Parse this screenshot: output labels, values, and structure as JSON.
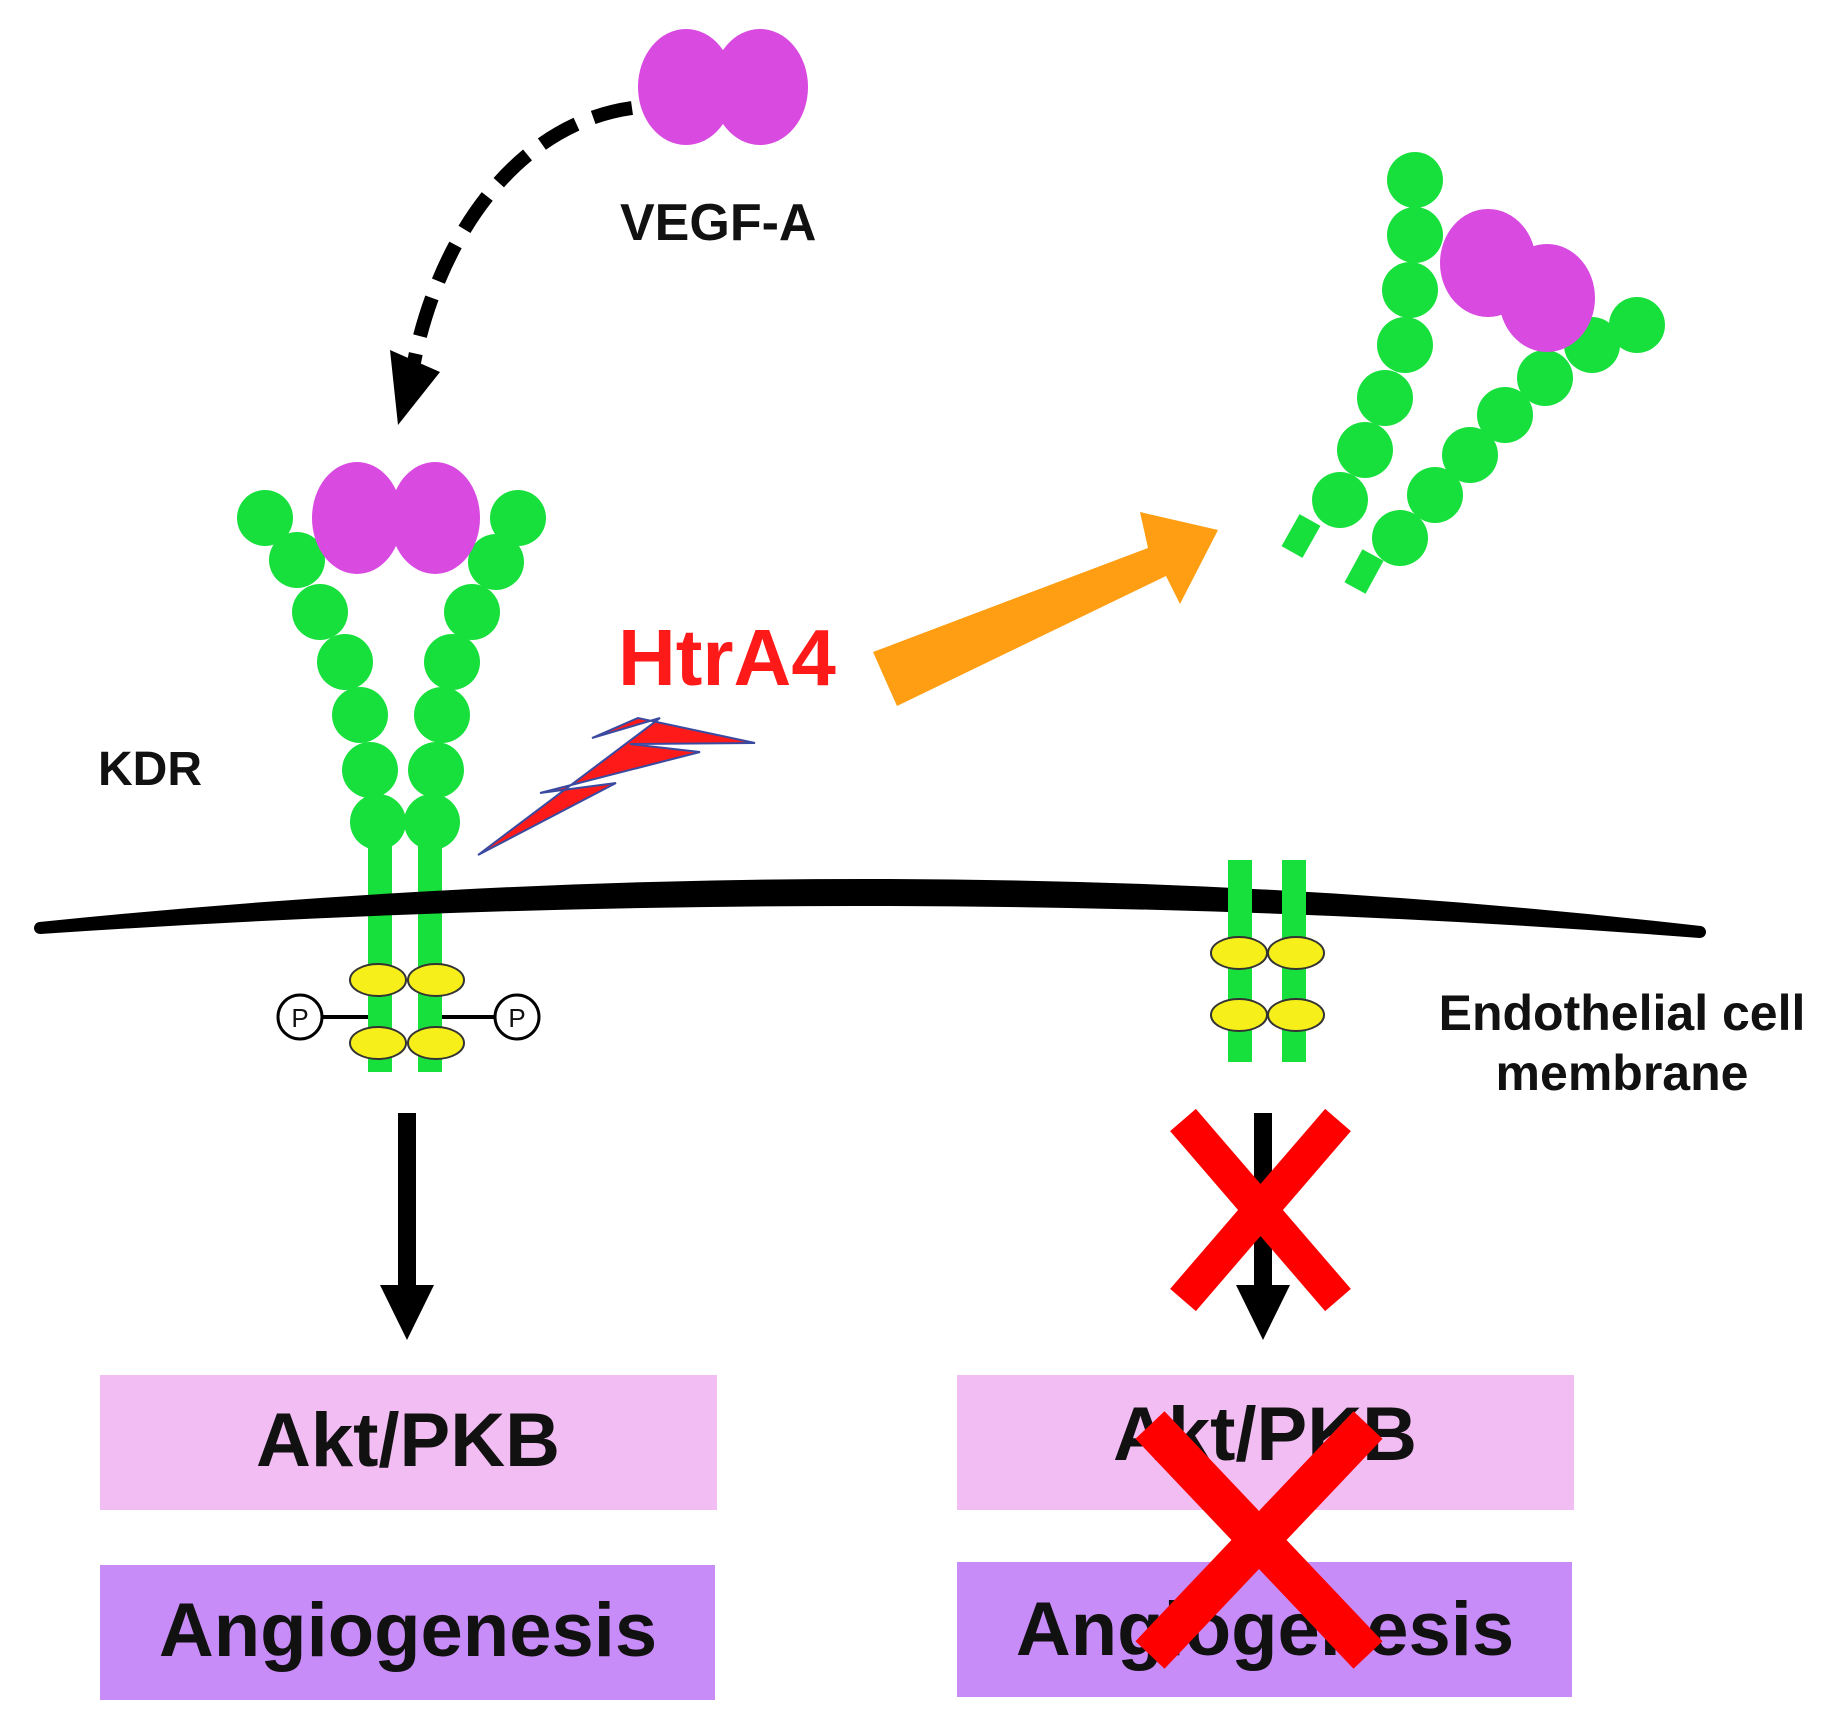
{
  "labels": {
    "ligand": "VEGF-A",
    "receptor": "KDR",
    "protease": "HtrA4",
    "membrane_line1": "Endothelial cell",
    "membrane_line2": "membrane",
    "phospho": "P"
  },
  "pathways": {
    "left": {
      "signal": "Akt/PKB",
      "outcome": "Angiogenesis",
      "blocked": false
    },
    "right": {
      "signal": "Akt/PKB",
      "outcome": "Angiogenesis",
      "blocked": true
    }
  },
  "colors": {
    "receptor": "#17e03c",
    "ligand": "#d84ae0",
    "htra4": "#ff1a1a",
    "cleavage_arrow": "#ff9e12",
    "signal_box": "#f2bdf2",
    "outcome_box": "#c88cf8",
    "intracellular_domain": "#f7ef1a",
    "block_mark": "#ff0000",
    "membrane": "#000000"
  }
}
